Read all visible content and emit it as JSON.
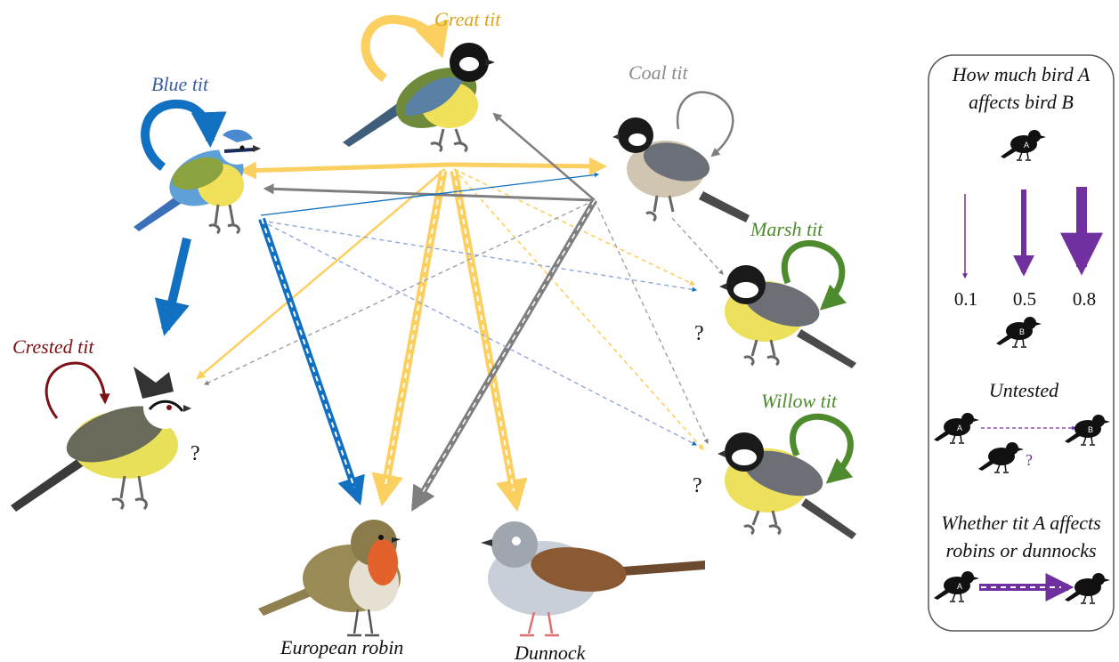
{
  "colors": {
    "great": "#FCD060",
    "great_label": "#D9A620",
    "blue": "#1170C0",
    "blue_label": "#3B5FA0",
    "coal": "#7F7F7F",
    "coal_label": "#8C8C8C",
    "marsh": "#4E8A2E",
    "crested": "#7B1114",
    "legend_purple": "#7030A0"
  },
  "birds": {
    "great_tit": "Great tit",
    "blue_tit": "Blue tit",
    "coal_tit": "Coal tit",
    "marsh_tit": "Marsh tit",
    "willow_tit": "Willow tit",
    "crested_tit": "Crested tit",
    "robin": "European robin",
    "dunnock": "Dunnock"
  },
  "question_marks": [
    "?",
    "?",
    "?"
  ],
  "legend": {
    "title_line1": "How much bird A",
    "title_line2": "affects bird B",
    "bird_a": "A",
    "bird_b": "B",
    "values": [
      "0.1",
      "0.5",
      "0.8"
    ],
    "untested": "Untested",
    "untested_mark": "?",
    "whether_line1": "Whether tit A affects",
    "whether_line2": "robins or dunnocks"
  }
}
